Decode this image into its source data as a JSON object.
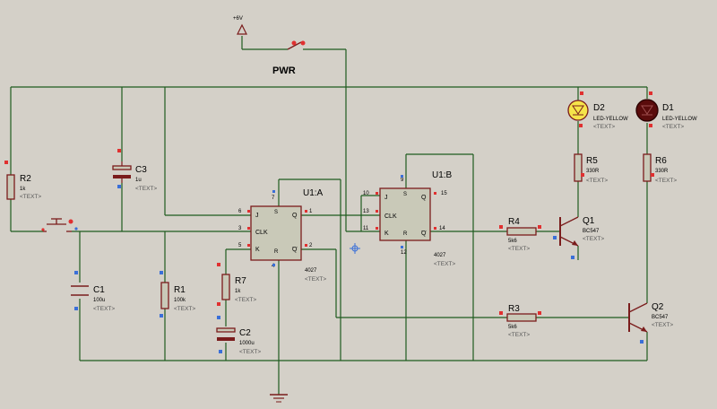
{
  "power": {
    "rail_label": "+6V",
    "switch_label": "PWR"
  },
  "placeholder": "<TEXT>",
  "components": {
    "R2": {
      "ref": "R2",
      "value": "1k"
    },
    "C3": {
      "ref": "C3",
      "value": "1u"
    },
    "C1": {
      "ref": "C1",
      "value": "100u"
    },
    "R1": {
      "ref": "R1",
      "value": "100k"
    },
    "R7": {
      "ref": "R7",
      "value": "1k"
    },
    "C2": {
      "ref": "C2",
      "value": "1000u"
    },
    "U1A": {
      "ref": "U1:A",
      "value": "4027"
    },
    "U1B": {
      "ref": "U1:B",
      "value": "4027"
    },
    "R4": {
      "ref": "R4",
      "value": "5k6"
    },
    "R3": {
      "ref": "R3",
      "value": "5k6"
    },
    "R5": {
      "ref": "R5",
      "value": "330R"
    },
    "R6": {
      "ref": "R6",
      "value": "330R"
    },
    "D2": {
      "ref": "D2",
      "value": "LED-YELLOW"
    },
    "D1": {
      "ref": "D1",
      "value": "LED-YELLOW"
    },
    "Q1": {
      "ref": "Q1",
      "value": "BC547"
    },
    "Q2": {
      "ref": "Q2",
      "value": "BC547"
    }
  },
  "ic_pins": {
    "J": "J",
    "K": "K",
    "CLK": "CLK",
    "S": "S",
    "R": "R",
    "Q": "Q",
    "QN": "Q",
    "a": {
      "J": "6",
      "CLK": "3",
      "K": "5",
      "S": "7",
      "R": "4",
      "Q": "1",
      "QN": "2"
    },
    "b": {
      "J": "10",
      "CLK": "13",
      "K": "11",
      "S": "9",
      "R": "12",
      "Q": "15",
      "QN": "14"
    }
  }
}
